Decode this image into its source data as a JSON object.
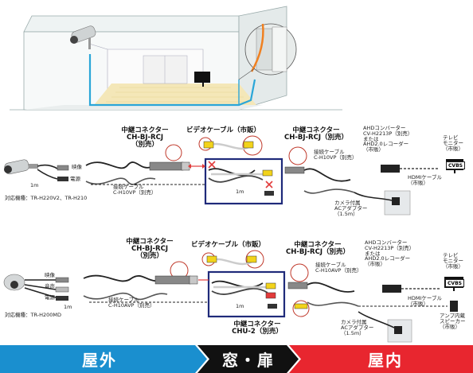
{
  "title_sections": {
    "outdoor": "屋外",
    "window_door": "窓・扉",
    "indoor": "屋内"
  },
  "colors": {
    "outdoor": "#1a8fcf",
    "window_door": "#111111",
    "indoor": "#e8262f",
    "cable_blue": "#2aa6d8",
    "frame_navy": "#1f2a7a",
    "video_yellow": "#f2d31b",
    "red_x": "#e23b3b"
  },
  "diagram1": {
    "relay_left": "中継コネクター\nCH-BJ-RCJ\n（別売）",
    "video_cable": "ビデオケーブル（市販）",
    "relay_right": "中継コネクター\nCH-BJ-RCJ（別売）",
    "label_video": "映像",
    "label_power": "電源",
    "label_1m_left": "1m",
    "label_1m_center": "1m",
    "connection_cable_left": "接続ケーブル\nC-H10VP（別売）",
    "connection_cable_right": "接続ケーブル\nC-H10VP（別売）",
    "ahd_converter": "AHDコンバーター\nCV-H2213P（別売）\nまたは\nAHD2.0レコーダー\n（市販）",
    "tv_monitor": "テレビ\nモニター\n（市販）",
    "hdmi_cable": "HDMIケーブル\n（市販）",
    "ac_adapter": "カメラ付属\nACアダプター\n（1.5m）",
    "compatible": "対応機種：TR-H220V2、TR-H210",
    "cvbs_badge": "CVBS"
  },
  "diagram2": {
    "relay_left": "中継コネクター\nCH-BJ-RCJ\n（別売）",
    "video_cable": "ビデオケーブル（市販）",
    "relay_right": "中継コネクター\nCH-BJ-RCJ（別売）",
    "label_video": "映像",
    "label_audio": "音声",
    "label_power": "電源",
    "label_1m_left": "1m",
    "label_1m_center": "1m",
    "connection_cable_left": "接続ケーブル\nC-H10AVP（別売）",
    "connection_cable_right": "接続ケーブル\nC-H10AVP（別売）",
    "relay_chu": "中継コネクター\nCHU-2（別売）",
    "ahd_converter": "AHDコンバーター\nCV-H2213P（別売）\nまたは\nAHD2.0レコーダー\n（市販）",
    "tv_monitor": "テレビ\nモニター\n（市販）",
    "hdmi_cable": "HDMIケーブル\n（市販）",
    "ac_adapter": "カメラ付属\nACアダプター\n（1.5m）",
    "amp_speaker": "アンプ内蔵\nスピーカー\n（市販）",
    "compatible": "対応機種：TR-H200MD",
    "cvbs_badge": "CVBS"
  }
}
